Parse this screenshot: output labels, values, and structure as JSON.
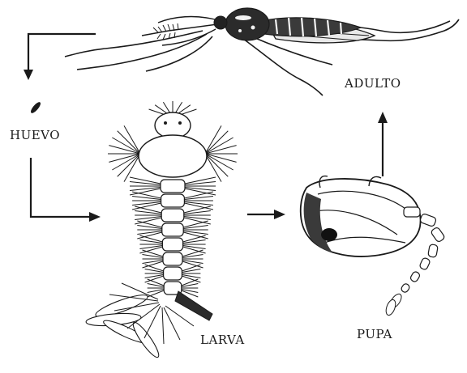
{
  "diagram": {
    "stages": {
      "adult": "ADULTO",
      "egg": "HUEVO",
      "larva": "LARVA",
      "pupa": "PUPA"
    }
  }
}
